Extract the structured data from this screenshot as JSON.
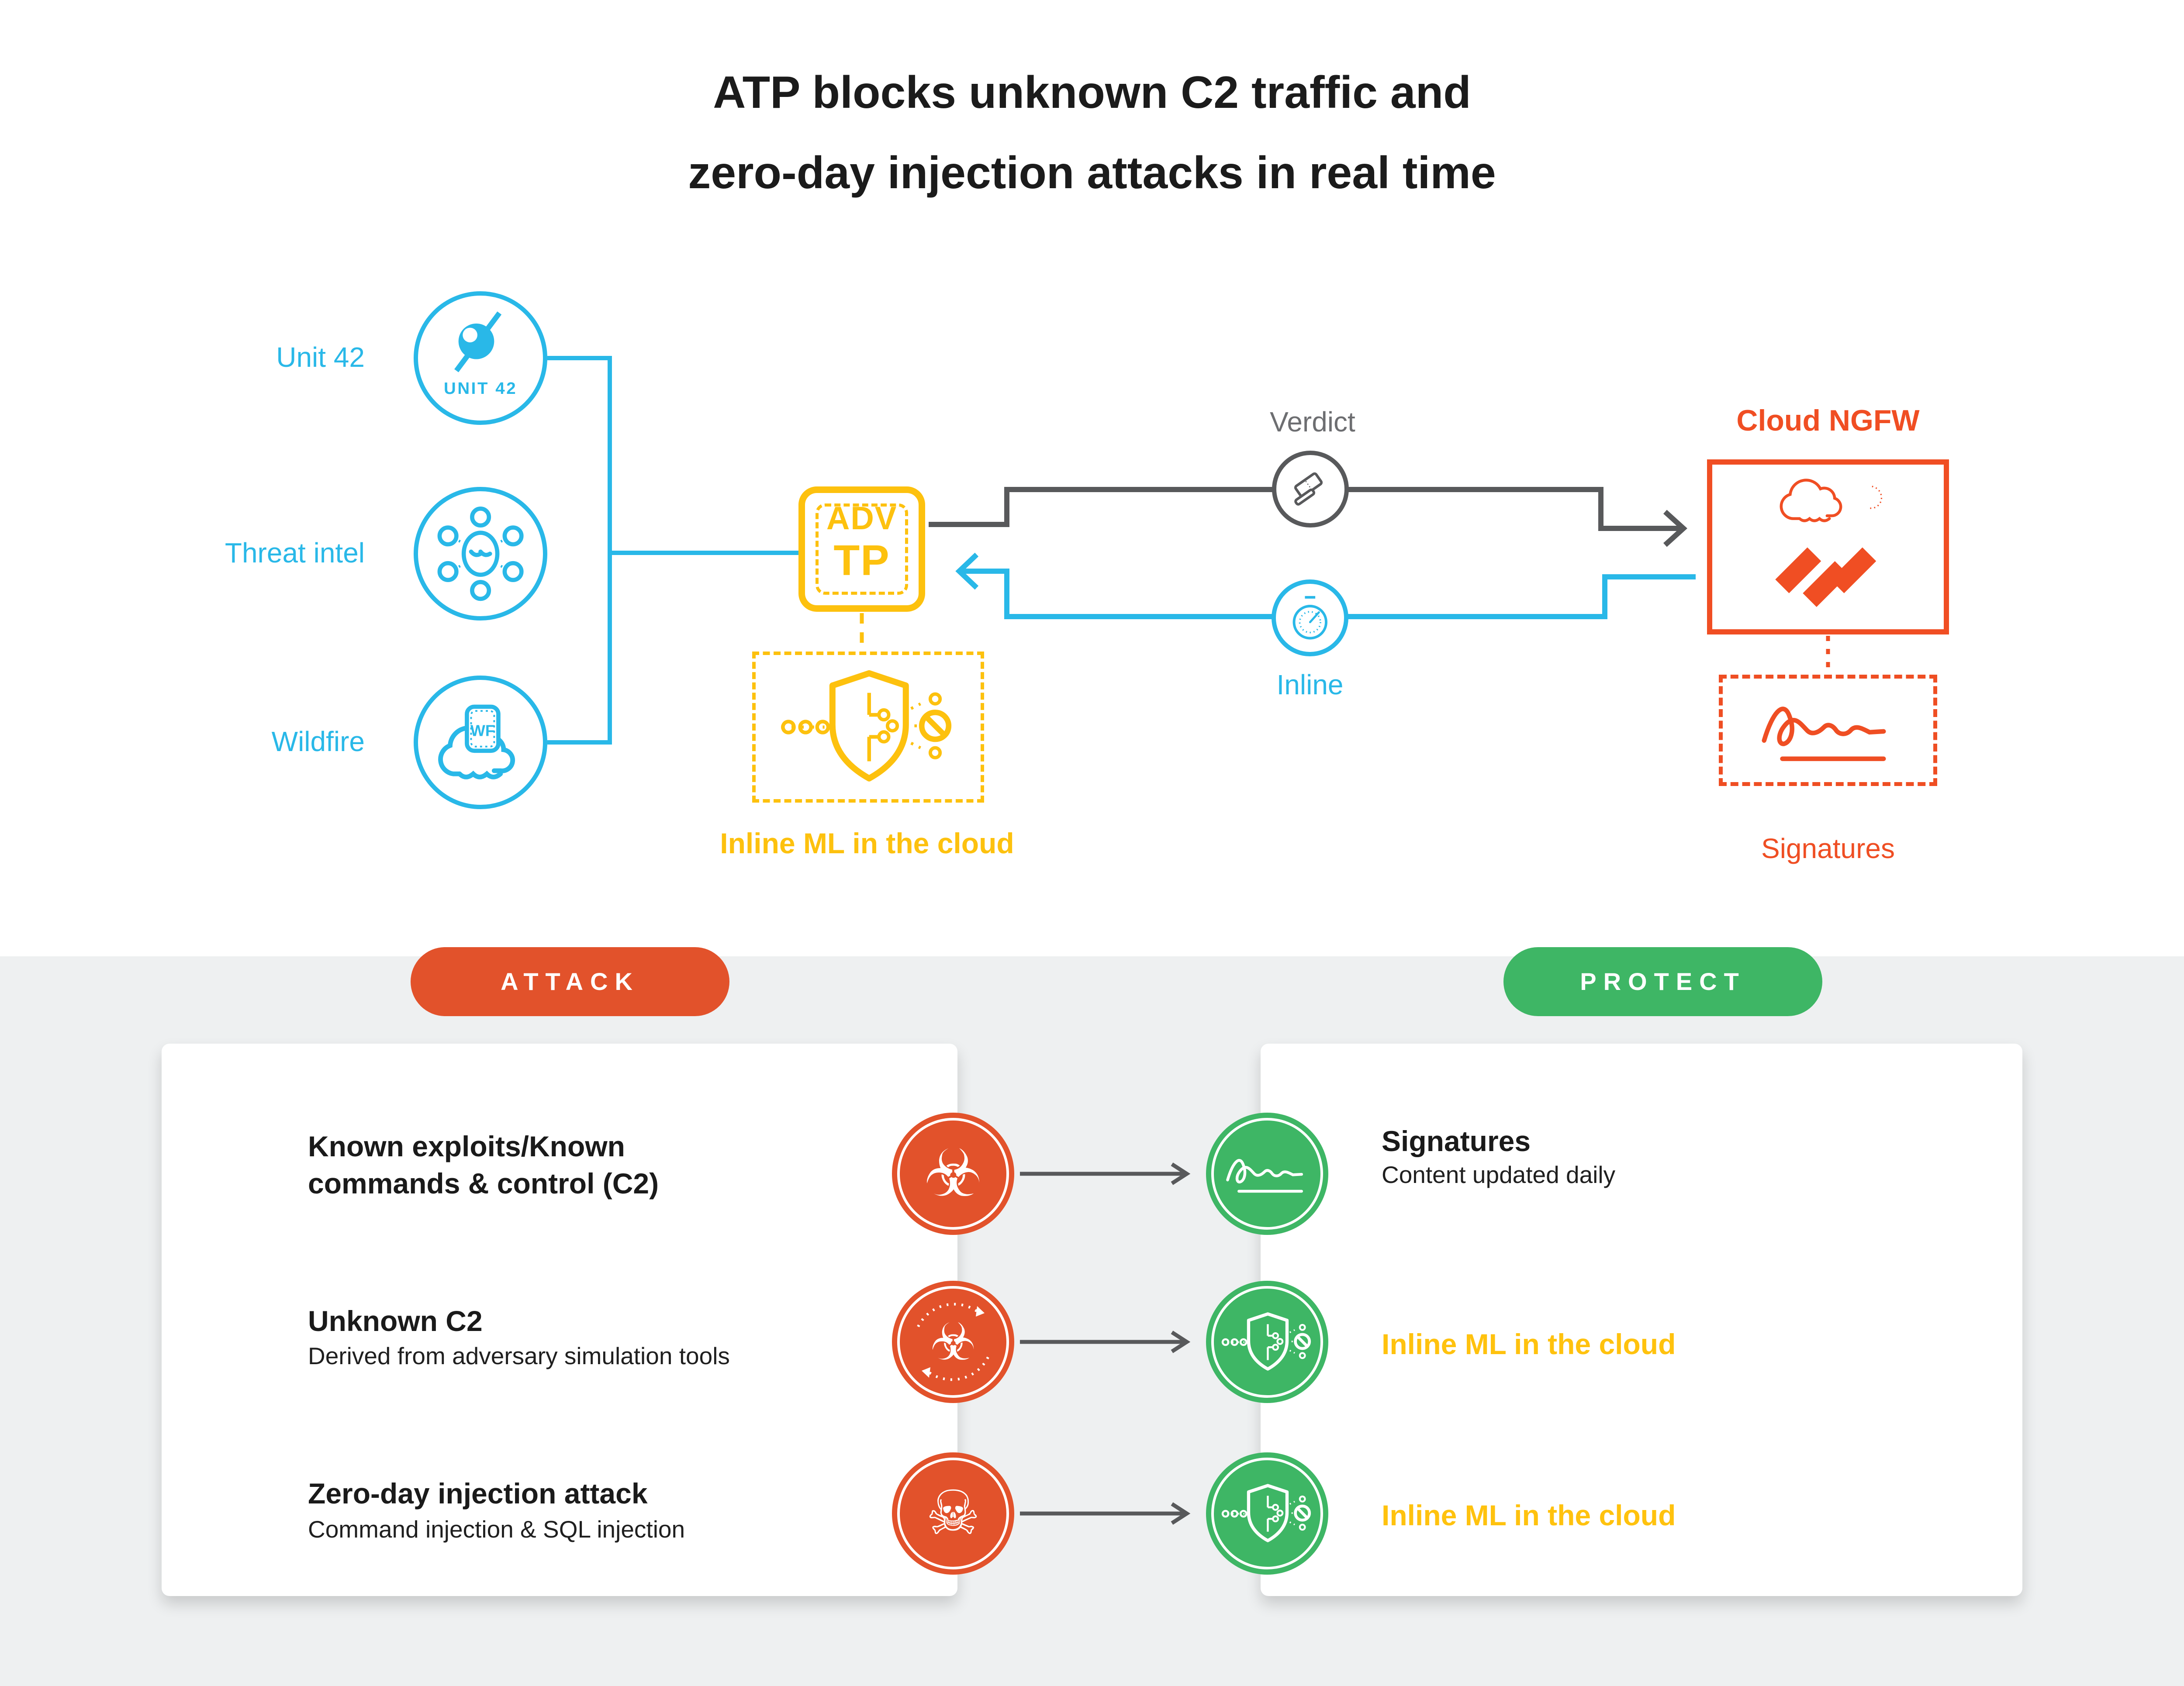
{
  "title": {
    "line1": "ATP blocks unknown C2 traffic and",
    "line2": "zero-day injection attacks in real time"
  },
  "colors": {
    "cyan": "#29b8e8",
    "yellow": "#fdc10e",
    "yellow_text": "#ffc20e",
    "orange_badge": "#e2522b",
    "orange_ngfw": "#f04e23",
    "green": "#3eb665",
    "gray_line": "#58595b",
    "gray_text": "#6d6e71",
    "band_bg": "#eef0f1",
    "text": "#1a1a1a"
  },
  "sources": [
    {
      "label": "Unit 42",
      "icon": "unit42-icon",
      "icon_text": "UNIT 42"
    },
    {
      "label": "Threat intel",
      "icon": "threat-intel-icon"
    },
    {
      "label": "Wildfire",
      "icon": "wildfire-cloud-icon",
      "icon_text": "WF"
    }
  ],
  "adv_tp": {
    "line1": "ADV",
    "line2": "TP",
    "caption": "Inline ML in the cloud",
    "icon": "shield-ml-icon"
  },
  "flow": {
    "verdict_label": "Verdict",
    "verdict_icon": "gavel-icon",
    "inline_label": "Inline",
    "inline_icon": "gauge-icon"
  },
  "cloud_ngfw": {
    "title": "Cloud NGFW",
    "box_icons": [
      "cloud-icon",
      "palo-alto-logo"
    ],
    "signatures_label": "Signatures",
    "signatures_icon": "signature-icon"
  },
  "badges": {
    "attack": "ATTACK",
    "protect": "PROTECT"
  },
  "attack_card": {
    "rows": [
      {
        "title_line1": "Known exploits/Known",
        "title_line2": "commands & control (C2)",
        "subtitle": "",
        "icon": "biohazard-icon",
        "glyph": "☣"
      },
      {
        "title_line1": "Unknown C2",
        "title_line2": "",
        "subtitle": "Derived from adversary simulation tools",
        "icon": "biohazard-cycle-icon",
        "glyph": "☣"
      },
      {
        "title_line1": "Zero-day injection attack",
        "title_line2": "",
        "subtitle": "Command injection & SQL injection",
        "icon": "skull-bug-icon",
        "glyph": "☠"
      }
    ]
  },
  "protect_card": {
    "rows": [
      {
        "title": "Signatures",
        "subtitle": "Content updated daily",
        "icon": "signature-icon"
      },
      {
        "title": "Inline ML in the cloud",
        "subtitle": "",
        "icon": "shield-ml-icon"
      },
      {
        "title": "Inline ML in the cloud",
        "subtitle": "",
        "icon": "shield-ml-icon"
      }
    ]
  }
}
